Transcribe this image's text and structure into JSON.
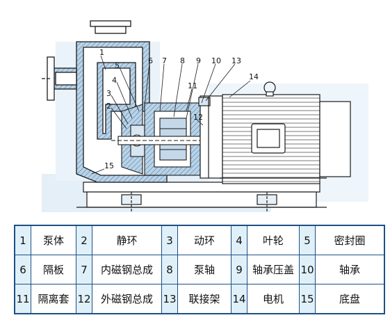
{
  "callouts": [
    "1",
    "2",
    "3",
    "4",
    "5",
    "6",
    "7",
    "8",
    "9",
    "10",
    "11",
    "12",
    "13",
    "14",
    "15"
  ],
  "legend": {
    "rows": [
      [
        {
          "num": "1",
          "name": "泵体"
        },
        {
          "num": "2",
          "name": "静环"
        },
        {
          "num": "3",
          "name": "动环"
        },
        {
          "num": "4",
          "name": "叶轮"
        },
        {
          "num": "5",
          "name": "密封圈"
        }
      ],
      [
        {
          "num": "6",
          "name": "隔板"
        },
        {
          "num": "7",
          "name": "内磁钢总成"
        },
        {
          "num": "8",
          "name": "泵轴"
        },
        {
          "num": "9",
          "name": "轴承压盖"
        },
        {
          "num": "10",
          "name": "轴承"
        }
      ],
      [
        {
          "num": "11",
          "name": "隔离套"
        },
        {
          "num": "12",
          "name": "外磁钢总成"
        },
        {
          "num": "13",
          "name": "联接架"
        },
        {
          "num": "14",
          "name": "电机"
        },
        {
          "num": "15",
          "name": "底盘"
        }
      ]
    ]
  },
  "colors": {
    "line": "#1a1a1a",
    "shading": "#b9d3e8",
    "motor": "#ffffff",
    "table_border": "#1d4f86",
    "num_cell": "#dff0f8"
  }
}
